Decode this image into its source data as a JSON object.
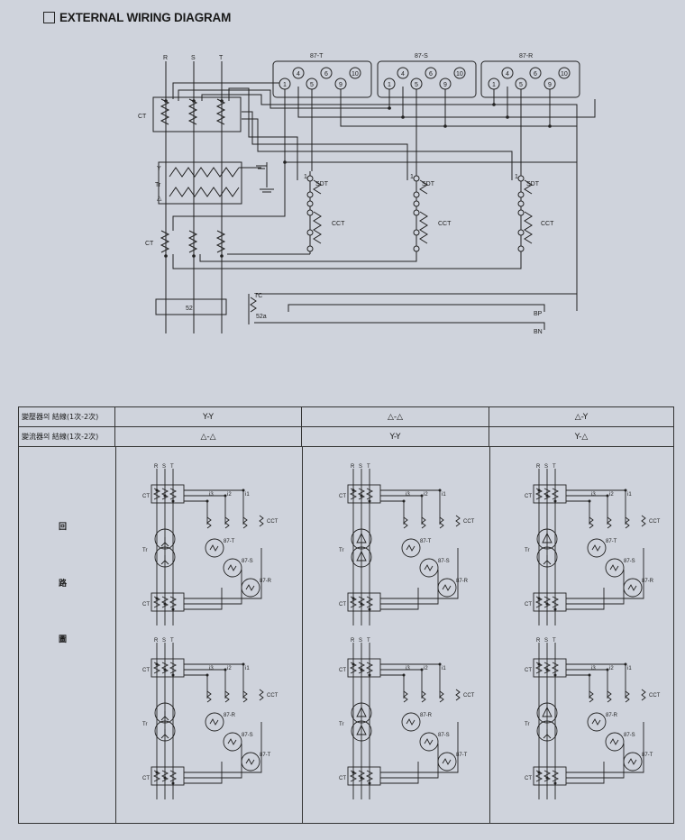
{
  "header": {
    "title": "EXTERNAL WIRING DIAGRAM"
  },
  "main_diagram": {
    "phases": [
      "R",
      "S",
      "T"
    ],
    "relays": [
      "87-T",
      "87-S",
      "87-R"
    ],
    "relay_terminals": [
      "1",
      "4",
      "5",
      "6",
      "9",
      "10"
    ],
    "labels": {
      "ct": "CT",
      "y": "Y",
      "tr": "Tr",
      "delta": "△",
      "sdt": "SDT",
      "cct": "CCT",
      "breaker": "52",
      "tc": "TC",
      "aux": "52a",
      "bp": "BP",
      "bn": "BN",
      "one": "1"
    }
  },
  "table": {
    "row1_header": "變壓器의 結線(1次-2次)",
    "row2_header": "變流器의 結線(1次-2次)",
    "transformer_connections": [
      "Y-Y",
      "△-△",
      "△-Y"
    ],
    "ct_connections": [
      "△-△",
      "Y-Y",
      "Y-△"
    ],
    "circuit_label": [
      "回",
      "路",
      "圖"
    ]
  },
  "schematic_labels": {
    "ct": "CT",
    "tr": "Tr",
    "cct": "CCT",
    "phases": [
      "R",
      "S",
      "T"
    ],
    "i1": "i1",
    "i2": "i2",
    "i3": "i3",
    "relays_top": [
      "87-T",
      "87-S",
      "87-R"
    ],
    "relays_bottom": [
      "87-R",
      "87-S",
      "87-T"
    ]
  }
}
